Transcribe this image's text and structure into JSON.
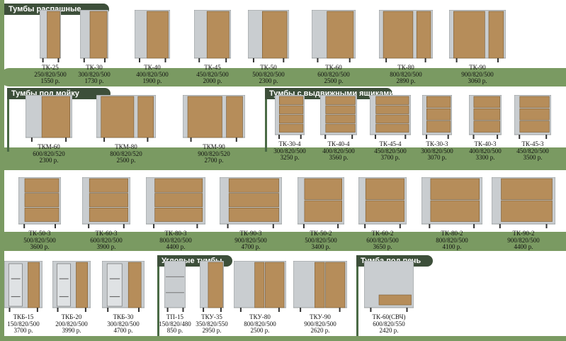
{
  "colors": {
    "band": "#7a9a62",
    "tag": "#3d4f3a",
    "wood": "#b68d5a",
    "carcass": "#c9cdd0"
  },
  "sections": {
    "swing": "Тумбы распашные",
    "sink": "Тумбы под мойку",
    "drawers": "Тумбы с выдвижными ящиками",
    "corner": "Угловые тумбы",
    "oven": "Тумба под печь"
  },
  "row1": [
    {
      "name": "ТК-25",
      "size": "250/820/500",
      "price": "1550 р."
    },
    {
      "name": "ТК-30",
      "size": "300/820/500",
      "price": "1730 р."
    },
    {
      "name": "ТК-40",
      "size": "400/820/500",
      "price": "1900 р."
    },
    {
      "name": "ТК-45",
      "size": "450/820/500",
      "price": "2000 р."
    },
    {
      "name": "ТК-50",
      "size": "500/820/500",
      "price": "2300 р."
    },
    {
      "name": "ТК-60",
      "size": "600/820/500",
      "price": "2500 р."
    },
    {
      "name": "ТК-80",
      "size": "800/820/500",
      "price": "2890 р."
    },
    {
      "name": "ТК-90",
      "size": "900/820/500",
      "price": "3060 р."
    }
  ],
  "row2": [
    {
      "name": "ТКМ-60",
      "size": "600/820/520",
      "price": "2300 р."
    },
    {
      "name": "ТКМ-80",
      "size": "800/820/520",
      "price": "2500 р."
    },
    {
      "name": "ТКМ-90",
      "size": "900/820/520",
      "price": "2700 р."
    },
    {
      "name": "ТК-30-4",
      "size": "300/820/500",
      "price": "3250 р."
    },
    {
      "name": "ТК-40-4",
      "size": "400/820/500",
      "price": "3560 р."
    },
    {
      "name": "ТК-45-4",
      "size": "450/820/500",
      "price": "3700 р."
    },
    {
      "name": "ТК-30-3",
      "size": "300/820/500",
      "price": "3070 р."
    },
    {
      "name": "ТК-40-3",
      "size": "400/820/500",
      "price": "3300 р."
    },
    {
      "name": "ТК-45-3",
      "size": "450/820/500",
      "price": "3500 р."
    }
  ],
  "row3": [
    {
      "name": "ТК-50-3",
      "size": "500/820/500",
      "price": "3600 р."
    },
    {
      "name": "ТК-60-3",
      "size": "600/820/500",
      "price": "3900 р."
    },
    {
      "name": "ТК-80-3",
      "size": "800/820/500",
      "price": "4400 р."
    },
    {
      "name": "ТК-90-3",
      "size": "900/820/500",
      "price": "4700 р."
    },
    {
      "name": "ТК-50-2",
      "size": "500/820/500",
      "price": "3400 р."
    },
    {
      "name": "ТК-60-2",
      "size": "600/820/500",
      "price": "3650 р."
    },
    {
      "name": "ТК-80-2",
      "size": "800/820/500",
      "price": "4100 р."
    },
    {
      "name": "ТК-90-2",
      "size": "900/820/500",
      "price": "4400 р."
    }
  ],
  "row4": [
    {
      "name": "ТКБ-15",
      "size": "150/820/500",
      "price": "3700 р."
    },
    {
      "name": "ТКБ-20",
      "size": "200/820/500",
      "price": "3990 р."
    },
    {
      "name": "ТКБ-30",
      "size": "300/820/500",
      "price": "4700 р."
    },
    {
      "name": "ТП-15",
      "size": "150/820/480",
      "price": "850 р."
    },
    {
      "name": "ТКУ-35",
      "size": "350/820/550",
      "price": "2950 р."
    },
    {
      "name": "ТКУ-80",
      "size": "800/820/500",
      "price": "2500 р."
    },
    {
      "name": "ТКУ-90",
      "size": "900/820/500",
      "price": "2620 р."
    },
    {
      "name": "ТК-60(СВЧ)",
      "size": "600/820/550",
      "price": "2420 р."
    }
  ]
}
